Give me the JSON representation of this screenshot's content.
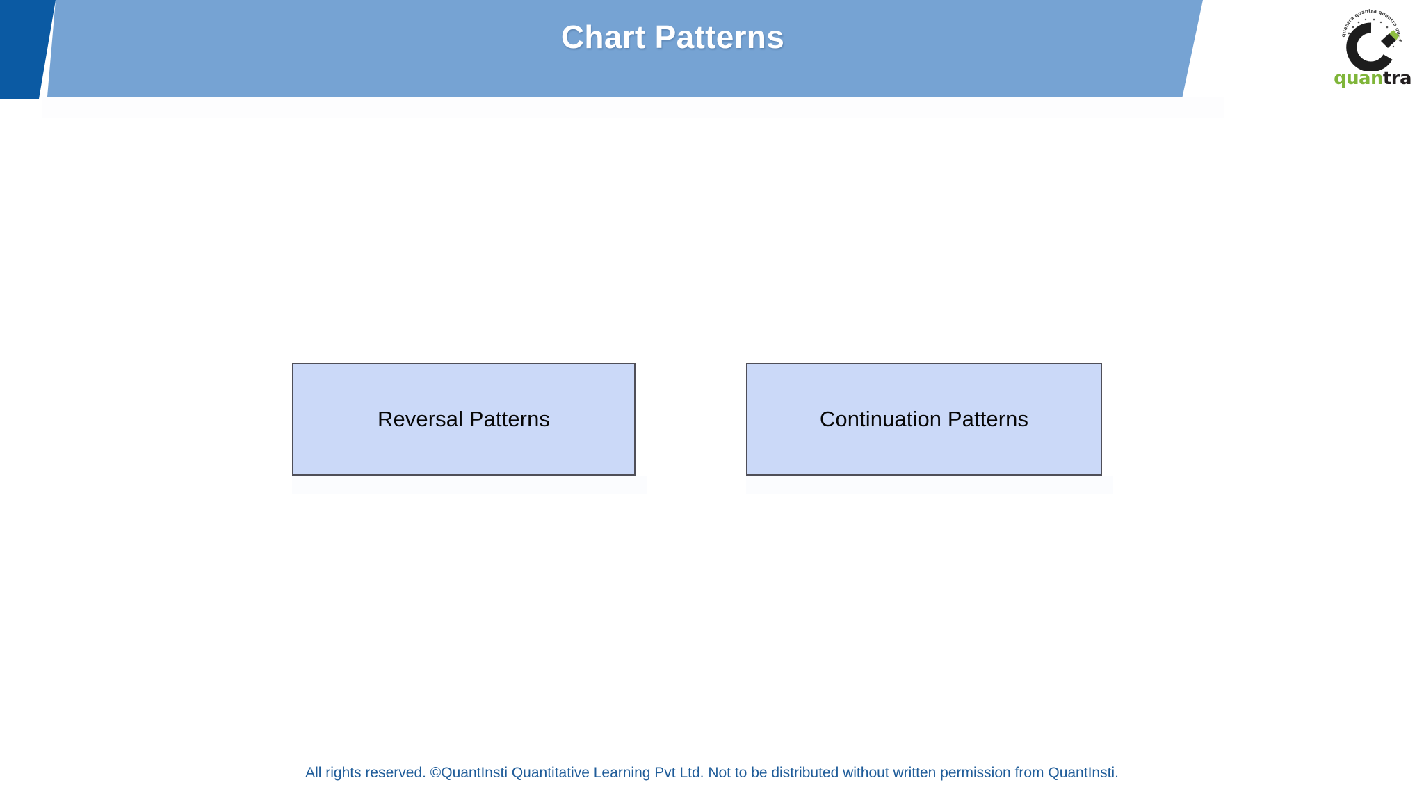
{
  "slide": {
    "title": "Chart Patterns",
    "background_color": "#FFFFFF"
  },
  "header": {
    "title": "Chart Patterns",
    "banner_color": "#76A3D3",
    "accent_block_color": "#0B5AA3",
    "title_color": "#FFFFFF"
  },
  "brand": {
    "logo_name": "quantra-logo",
    "wordmark_part1": "quan",
    "wordmark_part2": "tra",
    "wordmark_green": "#7FB539",
    "wordmark_dark": "#231F20",
    "circular_text": "quantra"
  },
  "content": {
    "boxes": [
      {
        "label": "Reversal Patterns",
        "fill_color": "#CBD9F8",
        "border_color": "#4F4F58",
        "text_color": "#060606"
      },
      {
        "label": "Continuation Patterns",
        "fill_color": "#CBD9F8",
        "border_color": "#4F4F58",
        "text_color": "#060606"
      }
    ]
  },
  "footer": {
    "text": "All rights reserved. ©QuantInsti Quantitative Learning Pvt Ltd. Not to be distributed without written permission from QuantInsti.",
    "color": "#1F5C99"
  }
}
